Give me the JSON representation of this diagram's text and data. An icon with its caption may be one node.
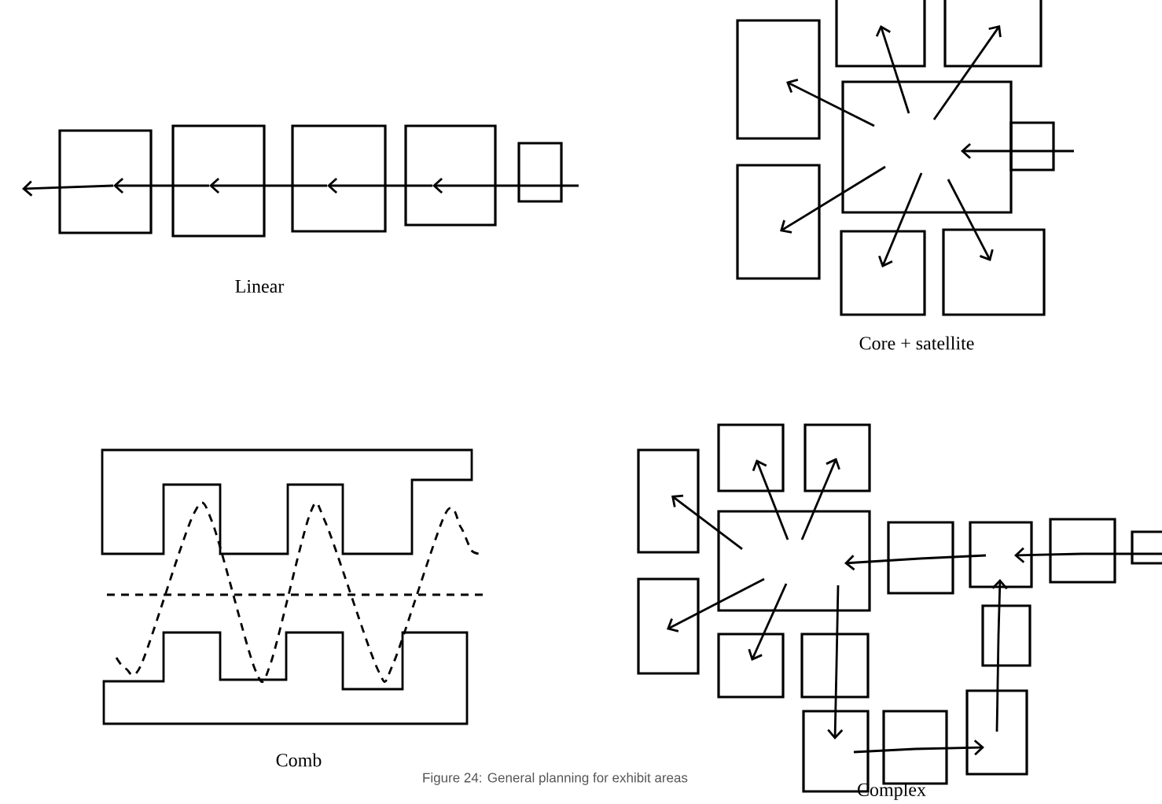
{
  "diagram": {
    "caption": "Figure 24: General planning for exhibit areas",
    "nodes": [
      {
        "text": [],
        "shape": "box"
      },
      {
        "text": [],
        "shape": "box"
      },
      {
        "text": [],
        "shape": "box"
      },
      {
        "text": [],
        "shape": "box"
      },
      {
        "text": [],
        "shape": "box"
      },
      {
        "text": [],
        "shape": "box"
      },
      {
        "text": [],
        "shape": "box"
      },
      {
        "text": [],
        "shape": "box"
      },
      {
        "text": [],
        "shape": "box"
      },
      {
        "text": [],
        "shape": "box"
      },
      {
        "text": [],
        "shape": "box"
      },
      {
        "text": [],
        "shape": "box"
      },
      {
        "text": [],
        "shape": "box"
      },
      {
        "text": [],
        "shape": "box"
      },
      {
        "text": [],
        "shape": "box"
      },
      {
        "text": [],
        "shape": "box"
      },
      {
        "text": [],
        "shape": "box"
      },
      {
        "text": [],
        "shape": "box"
      },
      {
        "text": [],
        "shape": "box"
      },
      {
        "text": [],
        "shape": "box"
      },
      {
        "text": [],
        "shape": "box"
      },
      {
        "text": [],
        "shape": "box"
      },
      {
        "text": [],
        "shape": "box"
      },
      {
        "text": [],
        "shape": "box"
      },
      {
        "text": [],
        "shape": "box"
      },
      {
        "text": [],
        "shape": "box"
      },
      {
        "text": [],
        "shape": "box"
      },
      {
        "text": [],
        "shape": "box"
      }
    ],
    "edges": [
      {
        "from": 4,
        "to": 3,
        "arrow": "to"
      },
      {
        "from": 3,
        "to": 2,
        "arrow": "to"
      },
      {
        "from": 2,
        "to": 1,
        "arrow": "to"
      },
      {
        "from": 1,
        "to": 0,
        "arrow": "to"
      },
      {
        "from": 0,
        "to": null,
        "arrow": "to"
      },
      {
        "from": 6,
        "to": 5,
        "arrow": "to"
      },
      {
        "from": 5,
        "to": 9,
        "arrow": "to"
      },
      {
        "from": 5,
        "to": 7,
        "arrow": "to"
      },
      {
        "from": 5,
        "to": 8,
        "arrow": "to"
      },
      {
        "from": 5,
        "to": 10,
        "arrow": "to"
      },
      {
        "from": 5,
        "to": 11,
        "arrow": "to"
      },
      {
        "from": 5,
        "to": 12,
        "arrow": "to"
      },
      {
        "from": 23,
        "to": 22,
        "arrow": "none"
      },
      {
        "from": 22,
        "to": 21,
        "arrow": "to"
      },
      {
        "from": 21,
        "to": 20,
        "arrow": "none"
      },
      {
        "from": 20,
        "to": 13,
        "arrow": "to"
      },
      {
        "from": 25,
        "to": 24,
        "arrow": "none"
      },
      {
        "from": 24,
        "to": 21,
        "arrow": "to"
      },
      {
        "from": 13,
        "to": 19,
        "arrow": "none"
      },
      {
        "from": 19,
        "to": 26,
        "arrow": "to"
      },
      {
        "from": 26,
        "to": 27,
        "arrow": "none"
      },
      {
        "from": 27,
        "to": 25,
        "arrow": "to"
      },
      {
        "from": 13,
        "to": 14,
        "arrow": "to"
      },
      {
        "from": 13,
        "to": 15,
        "arrow": "to"
      },
      {
        "from": 13,
        "to": 16,
        "arrow": "to"
      },
      {
        "from": 13,
        "to": 17,
        "arrow": "to"
      },
      {
        "from": 13,
        "to": 18,
        "arrow": "to"
      }
    ],
    "labels": [
      "Linear",
      "Core + satellite",
      "Comb",
      "Complex"
    ]
  }
}
